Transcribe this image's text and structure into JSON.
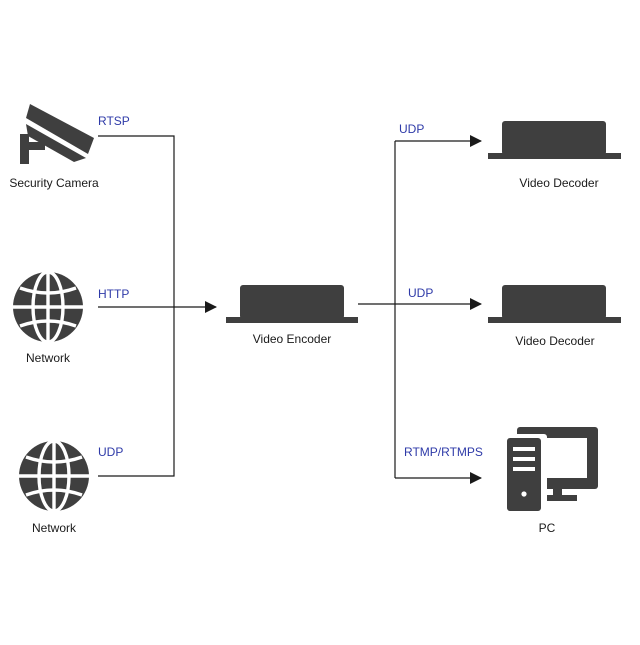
{
  "nodes": {
    "camera": {
      "label": "Security Camera",
      "icon": "security-camera-icon"
    },
    "network1": {
      "label": "Network",
      "icon": "globe-icon"
    },
    "network2": {
      "label": "Network",
      "icon": "globe-icon"
    },
    "encoder": {
      "label": "Video Encoder",
      "icon": "video-encoder-icon"
    },
    "decoder1": {
      "label": "Video Decoder",
      "icon": "video-decoder-icon"
    },
    "decoder2": {
      "label": "Video Decoder",
      "icon": "video-decoder-icon"
    },
    "pc": {
      "label": "PC",
      "icon": "pc-icon"
    }
  },
  "edges": {
    "camera_to_encoder": "RTSP",
    "network1_to_encoder": "HTTP",
    "network2_to_encoder": "UDP",
    "encoder_to_decoder1": "UDP",
    "encoder_to_decoder2": "UDP",
    "encoder_to_pc": "RTMP/RTMPS"
  },
  "colors": {
    "device": "#3f3f3f",
    "line": "#1a1a1a",
    "protocol_text": "#2e3aa8",
    "label_text": "#1a1a1a"
  }
}
